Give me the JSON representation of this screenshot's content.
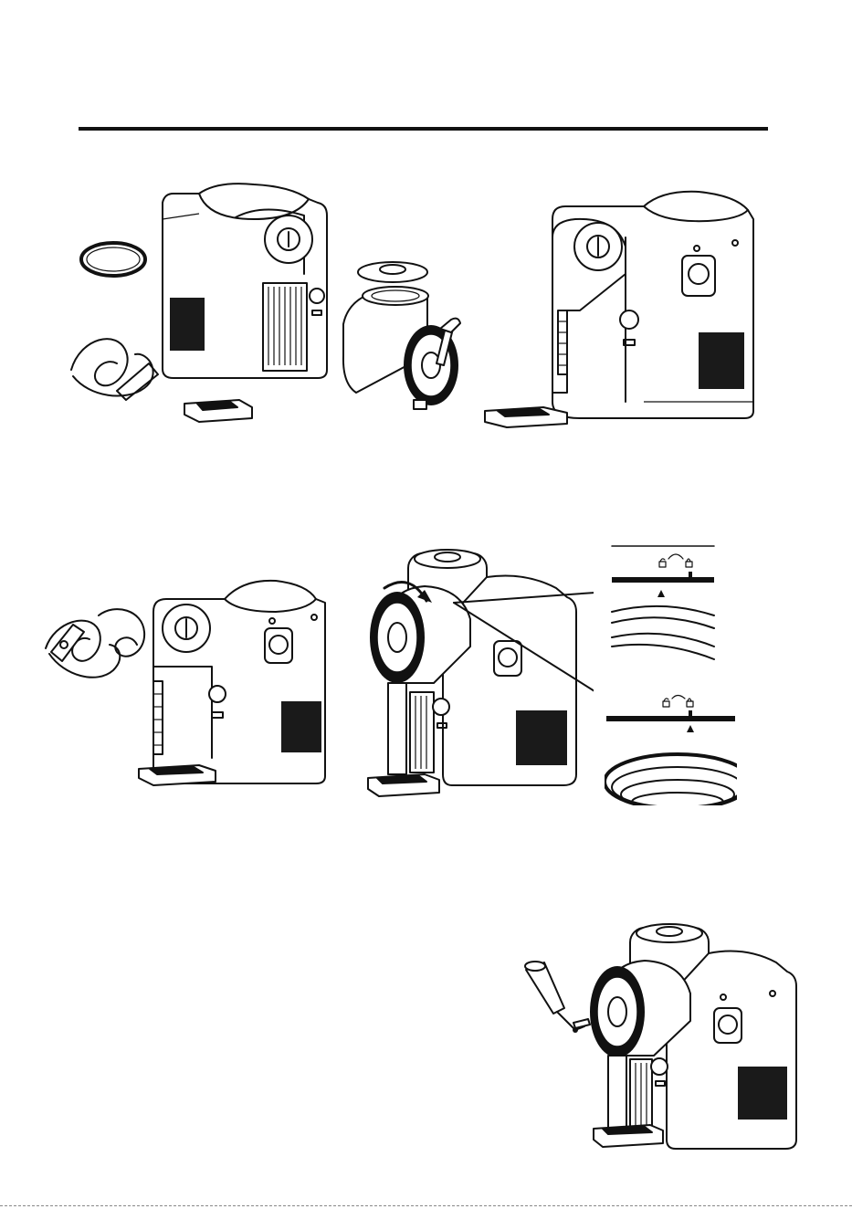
{
  "page": {
    "accent_color": "#111111",
    "background_color": "#ffffff"
  },
  "figures": [
    {
      "icon": "disassembled-parts-illustration"
    },
    {
      "icon": "bowl-assembly-illustration"
    },
    {
      "icon": "machine-rear-tray-illustration"
    },
    {
      "icon": "insert-spiral-paddle-illustration"
    },
    {
      "icon": "rotate-bowl-lock-illustration"
    },
    {
      "icon": "lock-indicator-unlocked-illustration"
    },
    {
      "icon": "lock-indicator-locked-illustration"
    },
    {
      "icon": "attach-handle-illustration"
    }
  ]
}
